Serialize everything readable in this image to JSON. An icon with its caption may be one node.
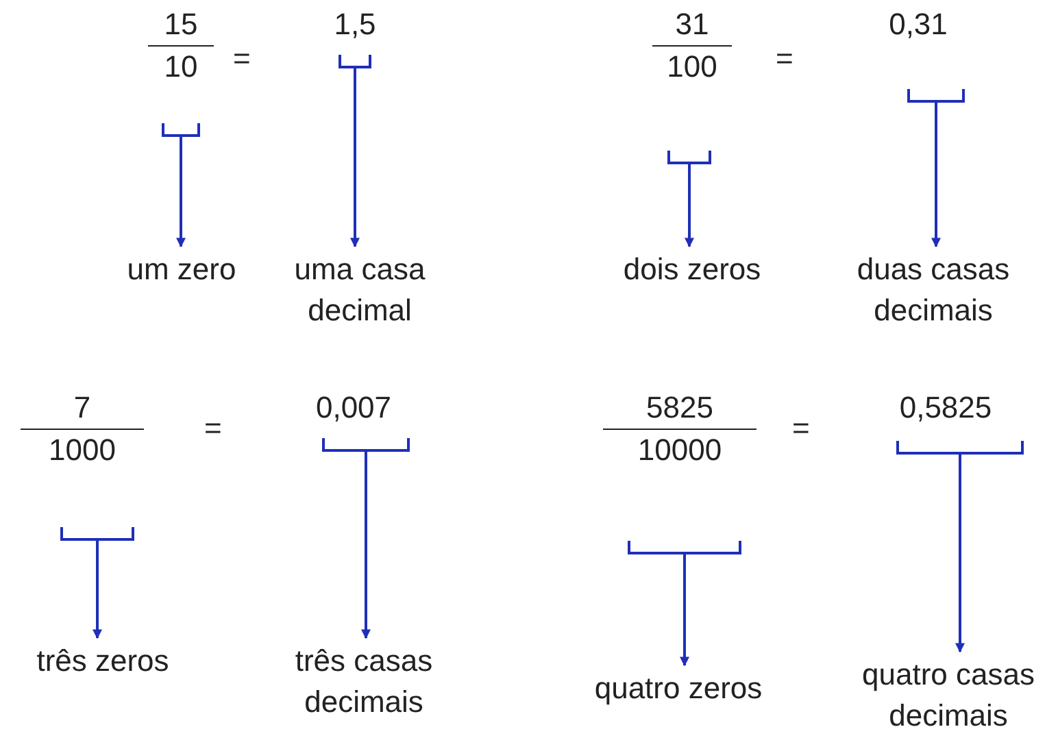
{
  "diagram": {
    "nodes": [
      {
        "text": [
          "15",
          "10"
        ]
      },
      {
        "text": [
          "1,5"
        ]
      },
      {
        "text": [
          "um zero"
        ]
      },
      {
        "text": [
          "uma casa decimal"
        ]
      },
      {
        "text": [
          "31",
          "100"
        ]
      },
      {
        "text": [
          "0,31"
        ]
      },
      {
        "text": [
          "dois zeros"
        ]
      },
      {
        "text": [
          "duas casas decimais"
        ]
      },
      {
        "text": [
          "7",
          "1000"
        ]
      },
      {
        "text": [
          "0,007"
        ]
      },
      {
        "text": [
          "três zeros"
        ]
      },
      {
        "text": [
          "três casas decimais"
        ]
      },
      {
        "text": [
          "5825",
          "10000"
        ]
      },
      {
        "text": [
          "0,5825"
        ]
      },
      {
        "text": [
          "quatro zeros"
        ]
      },
      {
        "text": [
          "quatro casas decimais"
        ]
      }
    ],
    "edges": [
      {
        "from": 0,
        "to": 2,
        "arrow": "to"
      },
      {
        "from": 1,
        "to": 3,
        "arrow": "to"
      },
      {
        "from": 4,
        "to": 6,
        "arrow": "to"
      },
      {
        "from": 5,
        "to": 7,
        "arrow": "to"
      },
      {
        "from": 8,
        "to": 10,
        "arrow": "to"
      },
      {
        "from": 9,
        "to": 11,
        "arrow": "to"
      },
      {
        "from": 12,
        "to": 14,
        "arrow": "to"
      },
      {
        "from": 13,
        "to": 15,
        "arrow": "to"
      }
    ],
    "labels": [
      "=",
      "=",
      "=",
      "="
    ]
  }
}
